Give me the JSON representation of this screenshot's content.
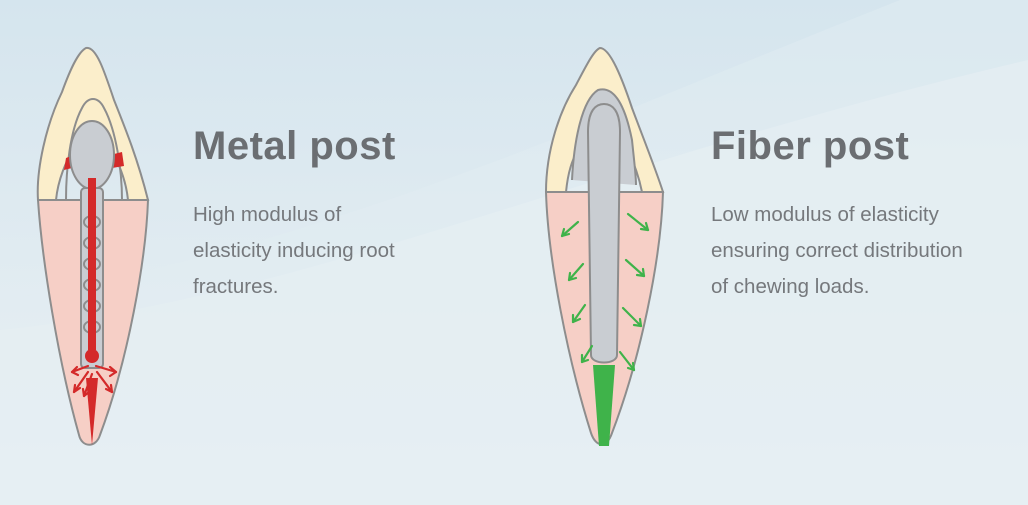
{
  "metal": {
    "title": "Metal post",
    "desc_lines": [
      "High modulus of",
      "elasticity inducing root",
      "fractures."
    ],
    "accent_color": "#d42a2a"
  },
  "fiber": {
    "title": "Fiber post",
    "desc_lines": [
      "Low modulus of elasticity",
      "ensuring correct distribution",
      "of chewing loads."
    ],
    "accent_color": "#3fb34a"
  },
  "colors": {
    "background_top": "#d6e6ef",
    "background_bottom": "#e9f0f3",
    "root": "#f6cfc6",
    "crown": "#fbeecb",
    "post": "#c9cdd2",
    "outline": "#8b8b8b"
  }
}
